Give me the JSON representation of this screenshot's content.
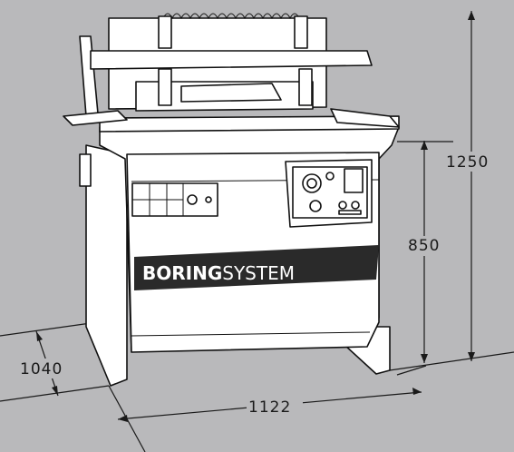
{
  "colors": {
    "background": "#b9b9bb",
    "line": "#1a1a1a",
    "band": "#2a2a2a"
  },
  "brand": {
    "bold": "BORING",
    "light": "SYSTEM"
  },
  "dimensions": {
    "height_total": "1250",
    "height_table": "850",
    "depth": "1040",
    "width": "1122"
  }
}
